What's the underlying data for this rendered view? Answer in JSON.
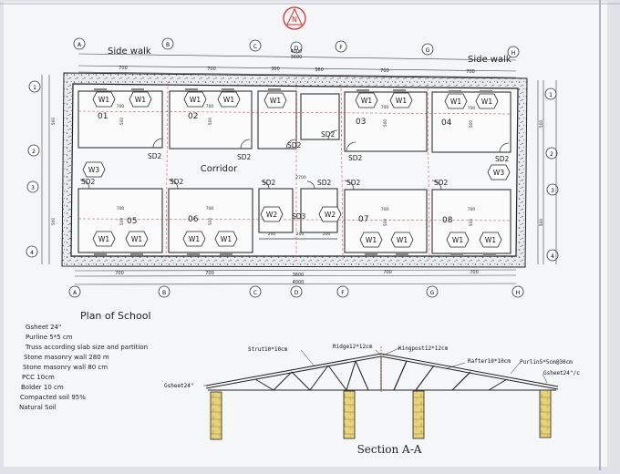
{
  "north_label": "N",
  "plan": {
    "title": "Plan of School",
    "side_walk_left": "Side walk",
    "side_walk_right": "Side walk",
    "corridor_label": "Corridor",
    "grid_labels": [
      "A",
      "B",
      "C",
      "D",
      "F",
      "G",
      "H"
    ],
    "row_labels": [
      "1",
      "2",
      "3",
      "4"
    ],
    "room_numbers": [
      "01",
      "02",
      "03",
      "04",
      "05",
      "06",
      "07",
      "08"
    ],
    "window_w1": "W1",
    "window_w2": "W2",
    "window_w3": "W3",
    "door_sd2": "SD2",
    "door_sd3": "SD3",
    "dims_top": [
      "700",
      "700",
      "300",
      "360",
      "700",
      "700"
    ],
    "dims_bottom": [
      "700",
      "700",
      "3600",
      "700",
      "700"
    ],
    "overall_top": "4000",
    "overall_top_sub": "3600",
    "overall_bottom": "4000",
    "mid_dim": "2700",
    "room_dim_700": "700",
    "room_dim_500": "500",
    "small_dim_200": "200"
  },
  "legend": {
    "items": [
      "Gsheet 24\"",
      "Purline 5*5 cm",
      "Truss according slab size and partition",
      "Stone masonry wall 280 m",
      "Stone masonry wall 80 cm",
      "PCC 10cm",
      "Bolder 10 cm",
      "Compacted soil 95%",
      "Natural Soil"
    ]
  },
  "section": {
    "title": "Section A-A",
    "strut": "Strut10*10cm",
    "ridge": "Ridge12*12cm",
    "kingpost": "Kingpost12*12cm",
    "rafter": "Rafter10*10cm",
    "purlin": "Purlin5*5cm@30cm",
    "gsheet_left": "Gsheet24\"",
    "gsheet_right": "Gsheet24\"/c"
  }
}
